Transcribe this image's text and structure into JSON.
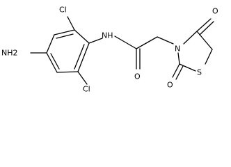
{
  "molecule": {
    "labels": {
      "cl_top": "Cl",
      "cl_bottom": "Cl",
      "nh": "NH",
      "nh2": "NH2",
      "o_amide": "O",
      "o_ring_top": "O",
      "o_ring_bottom": "O",
      "n_ring": "N",
      "s_ring": "S"
    }
  }
}
